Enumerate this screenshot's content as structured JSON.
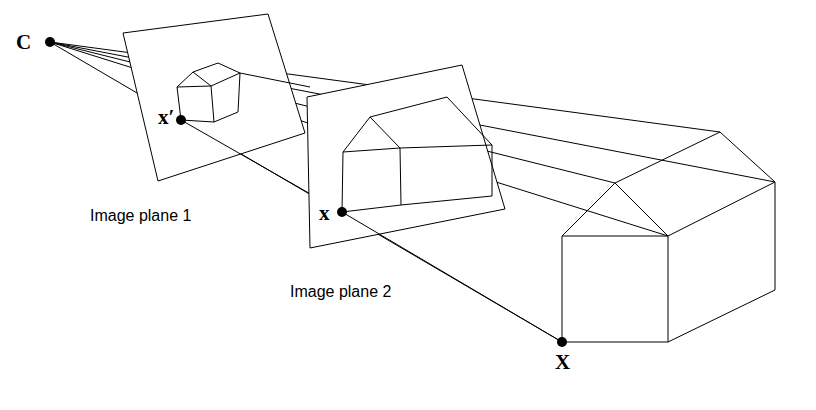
{
  "diagram": {
    "labels": [
      "C",
      "x′",
      "Image plane 1",
      "x",
      "Image plane 2",
      "X"
    ]
  }
}
